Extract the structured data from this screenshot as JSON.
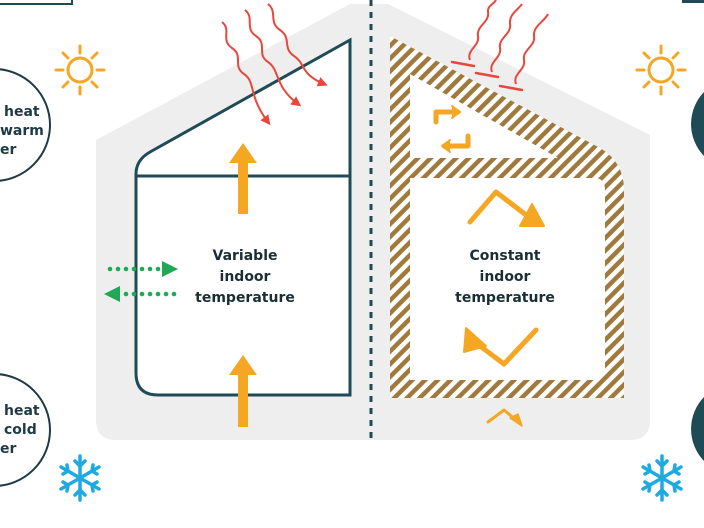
{
  "left_house": {
    "label_lines": [
      "Variable",
      "indoor",
      "temperature"
    ]
  },
  "right_house": {
    "label_lines": [
      "Constant",
      "indoor",
      "temperature"
    ]
  },
  "left_callouts": {
    "top_lines": [
      "heat",
      "warm",
      "er"
    ],
    "bottom_lines": [
      "heat",
      "cold",
      "er"
    ]
  },
  "colors": {
    "house_bg": "#eeeeee",
    "wall_outline": "#1f4b57",
    "insulation": "#a07a3c",
    "sun_arrow": "#f5a623",
    "heat_ray": "#e8473c",
    "air_exchange": "#1fa855",
    "snowflake": "#1fa9e1",
    "divider": "#1f4b57"
  },
  "icons": [
    "sun-icon",
    "snowflake-icon",
    "heat-ray-icon",
    "airflow-arrow-icon"
  ]
}
